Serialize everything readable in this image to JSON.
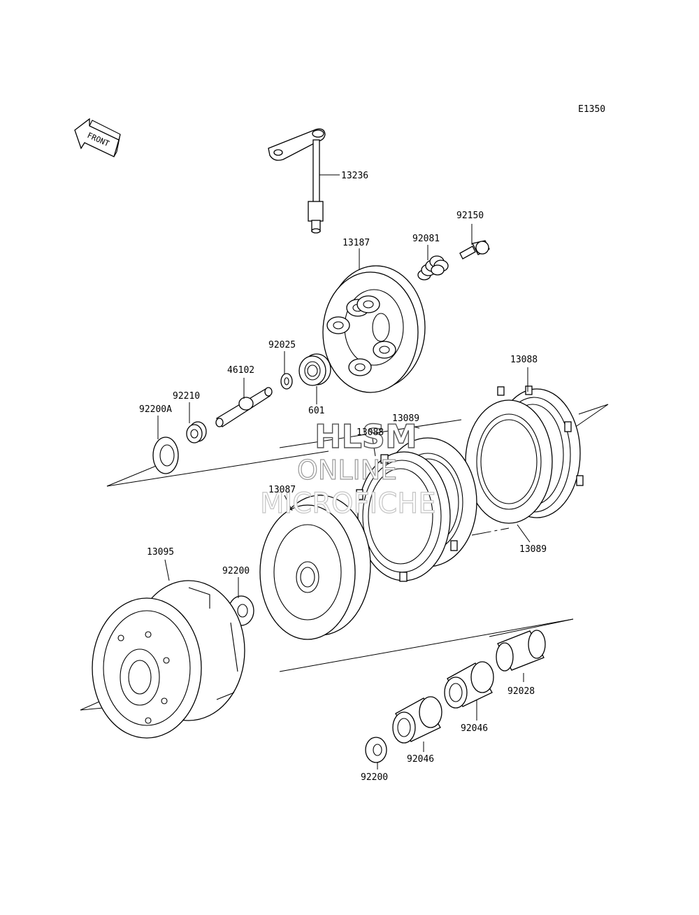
{
  "diagram_code": "E1350",
  "front_arrow_label": "FRONT",
  "watermark": {
    "line1": "HLSM",
    "line2": "ONLINE",
    "line3": "MICROFICHE"
  },
  "parts": [
    {
      "id": "p13236",
      "number": "13236"
    },
    {
      "id": "p92150",
      "number": "92150"
    },
    {
      "id": "p92081",
      "number": "92081"
    },
    {
      "id": "p13187",
      "number": "13187"
    },
    {
      "id": "p92025",
      "number": "92025"
    },
    {
      "id": "p46102",
      "number": "46102"
    },
    {
      "id": "p92210",
      "number": "92210"
    },
    {
      "id": "p92200A",
      "number": "92200A"
    },
    {
      "id": "p601",
      "number": "601"
    },
    {
      "id": "p13088a",
      "number": "13088"
    },
    {
      "id": "p13089a",
      "number": "13089"
    },
    {
      "id": "p13088b",
      "number": "13088"
    },
    {
      "id": "p13087",
      "number": "13087"
    },
    {
      "id": "p13089b",
      "number": "13089"
    },
    {
      "id": "p13095",
      "number": "13095"
    },
    {
      "id": "p92200a",
      "number": "92200"
    },
    {
      "id": "p92028",
      "number": "92028"
    },
    {
      "id": "p92046a",
      "number": "92046"
    },
    {
      "id": "p92046b",
      "number": "92046"
    },
    {
      "id": "p92200b",
      "number": "92200"
    }
  ]
}
